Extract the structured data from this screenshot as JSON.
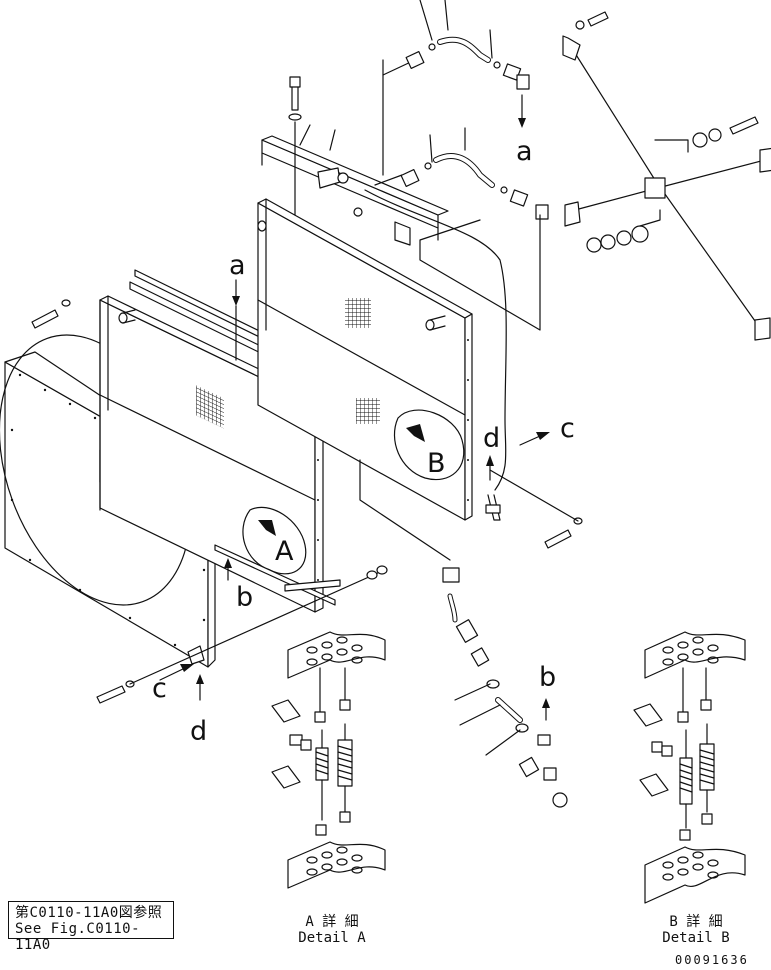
{
  "callouts": {
    "a_top": "a",
    "a_mid": "a",
    "b_left": "b",
    "b_right": "b",
    "c_left": "c",
    "c_right": "c",
    "d_left": "d",
    "d_mid": "d",
    "A": "A",
    "B": "B"
  },
  "reference": {
    "line1": "第C0110-11A0図参照",
    "line2": "See Fig.C0110-11A0"
  },
  "detail_a": {
    "jp": "A 詳 細",
    "en": "Detail A"
  },
  "detail_b": {
    "jp": "B 詳 細",
    "en": "Detail B"
  },
  "drawing_number": "00091636"
}
